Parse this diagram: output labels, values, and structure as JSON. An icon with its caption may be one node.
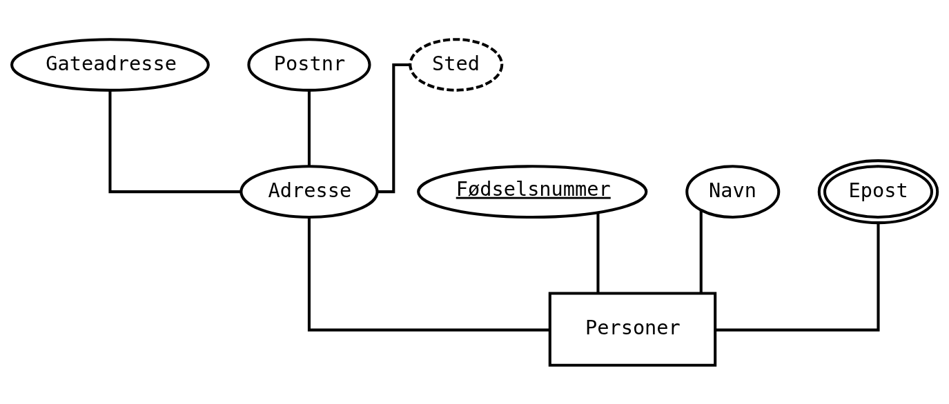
{
  "diagram": {
    "nodes": [
      {
        "text": [
          "Gateadresse"
        ]
      },
      {
        "text": [
          "Postnr"
        ]
      },
      {
        "text": [
          "Sted"
        ]
      },
      {
        "text": [
          "Adresse"
        ]
      },
      {
        "text": [
          "Fødselsnummer"
        ]
      },
      {
        "text": [
          "Navn"
        ]
      },
      {
        "text": [
          "Epost"
        ]
      },
      {
        "text": [
          "Personer"
        ]
      }
    ],
    "edges": [
      {
        "from": 0,
        "to": 3,
        "arrow": "none"
      },
      {
        "from": 1,
        "to": 3,
        "arrow": "none"
      },
      {
        "from": 2,
        "to": 3,
        "arrow": "none"
      },
      {
        "from": 3,
        "to": 7,
        "arrow": "none"
      },
      {
        "from": 4,
        "to": 7,
        "arrow": "none"
      },
      {
        "from": 5,
        "to": 7,
        "arrow": "none"
      },
      {
        "from": 6,
        "to": 7,
        "arrow": "none"
      }
    ]
  }
}
